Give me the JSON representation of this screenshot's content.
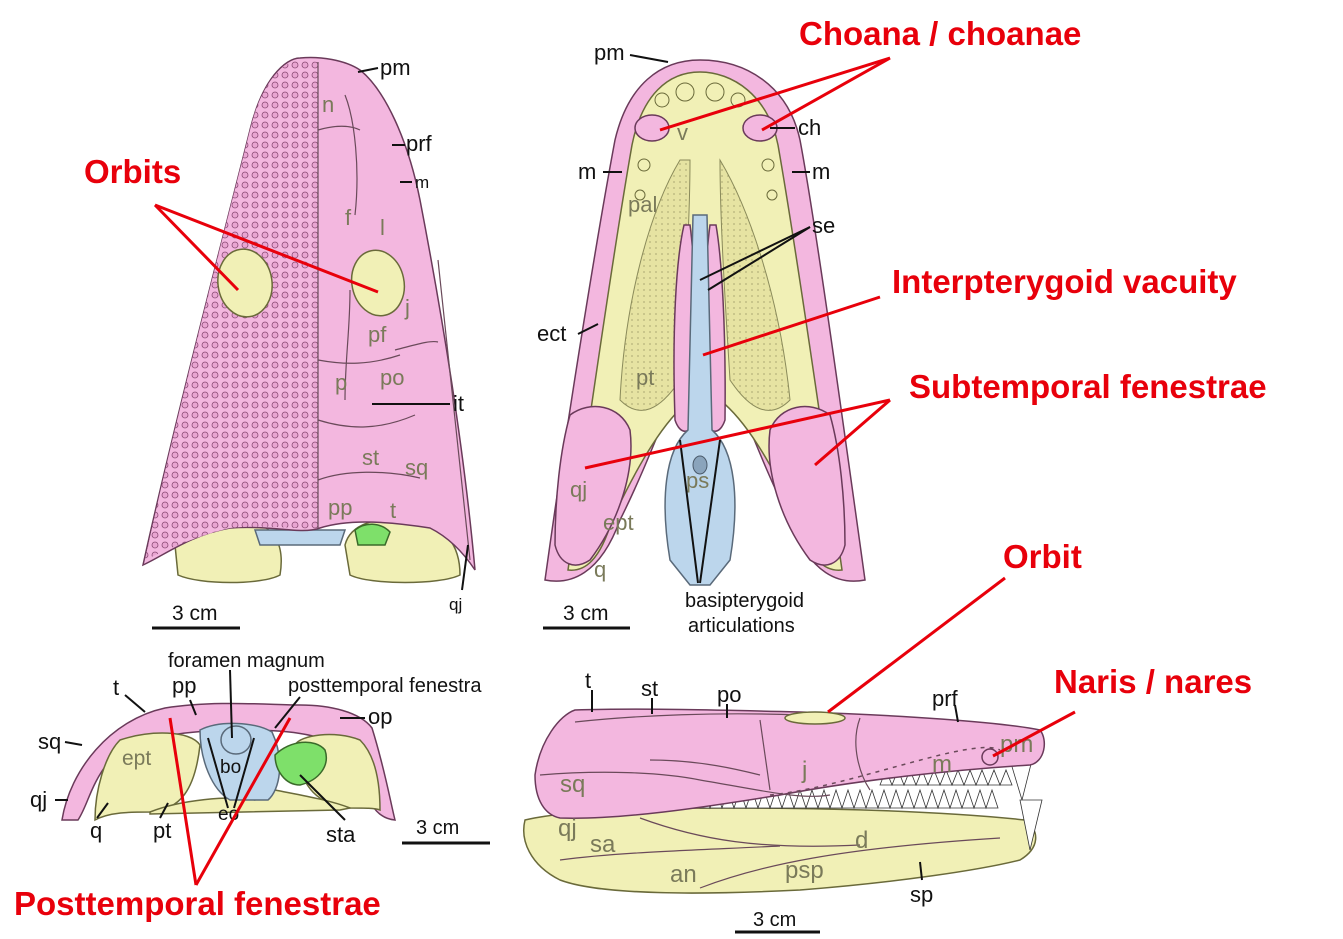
{
  "colors": {
    "dermal_roof": "#f3b7df",
    "palate_braincase": "#f1f0b6",
    "parasphenoid": "#bcd6ec",
    "stapes": "#7ee06a",
    "callout": "#e8000b"
  },
  "callouts": {
    "orbits": "Orbits",
    "choana": "Choana / choanae",
    "interpterygoid": "Interpterygoid vacuity",
    "subtemporal": "Subtemporal fenestrae",
    "orbit": "Orbit",
    "naris": "Naris / nares",
    "posttemporal": "Posttemporal fenestrae"
  },
  "dorsal_view": {
    "labels": {
      "pm": "pm",
      "n": "n",
      "prf": "prf",
      "m": "m",
      "f": "f",
      "l": "l",
      "j": "j",
      "pf": "pf",
      "p": "p",
      "po": "po",
      "it": "it",
      "st": "st",
      "sq": "sq",
      "pp": "pp",
      "t": "t",
      "qj": "qj"
    },
    "scale": "3 cm"
  },
  "ventral_view": {
    "labels": {
      "pm": "pm",
      "ch": "ch",
      "m_left": "m",
      "m_right": "m",
      "v": "v",
      "pal": "pal",
      "se": "se",
      "ect": "ect",
      "pt": "pt",
      "qj": "qj",
      "ps": "ps",
      "ept": "ept",
      "q": "q"
    },
    "basipterygoid_line1": "basipterygoid",
    "basipterygoid_line2": "articulations",
    "scale": "3 cm"
  },
  "occipital_view": {
    "labels": {
      "foramen_magnum": "foramen magnum",
      "posttemporal_fenestra": "posttemporal fenestra",
      "t": "t",
      "pp": "pp",
      "op": "op",
      "sq": "sq",
      "ept": "ept",
      "bo": "bo",
      "qj": "qj",
      "q": "q",
      "pt": "pt",
      "eo": "eo",
      "sta": "sta"
    },
    "scale": "3 cm"
  },
  "lateral_view": {
    "labels": {
      "t": "t",
      "st": "st",
      "po": "po",
      "prf": "prf",
      "j": "j",
      "pm": "pm",
      "sq": "sq",
      "m": "m",
      "qj": "qj",
      "d": "d",
      "sa": "sa",
      "an": "an",
      "psp": "psp",
      "sp": "sp"
    },
    "scale": "3 cm"
  }
}
